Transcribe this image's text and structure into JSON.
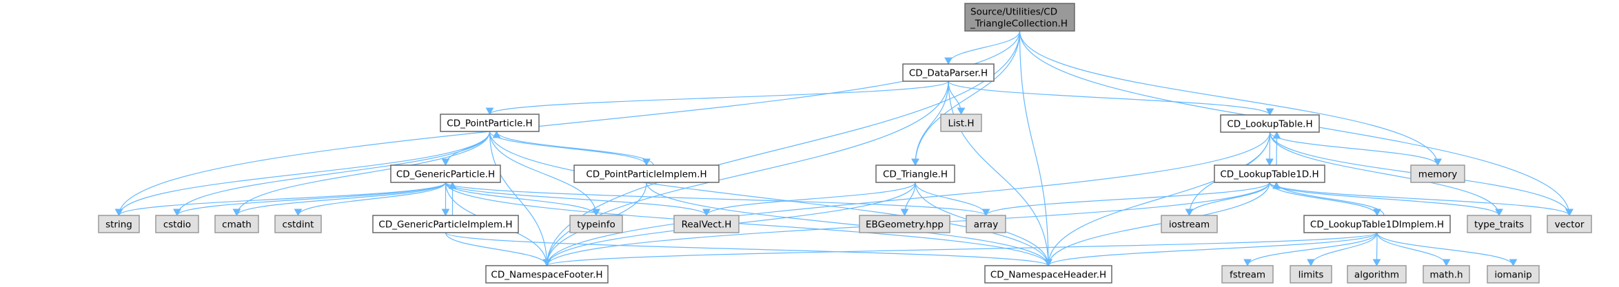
{
  "title": "Include dependency graph for CD_TriangleCollection.H",
  "colors": {
    "edge": "#63b8ff",
    "root_fill": "#999999",
    "project_fill": "#ffffff",
    "system_fill": "#e0e0e0"
  },
  "nodes": [
    {
      "id": "root",
      "kind": "root",
      "lines": [
        "Source/Utilities/CD",
        "_TriangleCollection.H"
      ]
    },
    {
      "id": "dataparser",
      "kind": "project",
      "lines": [
        "CD_DataParser.H"
      ]
    },
    {
      "id": "pointparticle",
      "kind": "project",
      "lines": [
        "CD_PointParticle.H"
      ]
    },
    {
      "id": "list",
      "kind": "system",
      "lines": [
        "List.H"
      ]
    },
    {
      "id": "lookuptable",
      "kind": "project",
      "lines": [
        "CD_LookupTable.H"
      ]
    },
    {
      "id": "genericparticle",
      "kind": "project",
      "lines": [
        "CD_GenericParticle.H"
      ]
    },
    {
      "id": "pointparticleimplem",
      "kind": "project",
      "lines": [
        "CD_PointParticleImplem.H"
      ]
    },
    {
      "id": "triangle",
      "kind": "project",
      "lines": [
        "CD_Triangle.H"
      ]
    },
    {
      "id": "lookuptable1d",
      "kind": "project",
      "lines": [
        "CD_LookupTable1D.H"
      ]
    },
    {
      "id": "memory",
      "kind": "system",
      "lines": [
        "memory"
      ]
    },
    {
      "id": "string",
      "kind": "system",
      "lines": [
        "string"
      ]
    },
    {
      "id": "cstdio",
      "kind": "system",
      "lines": [
        "cstdio"
      ]
    },
    {
      "id": "cmath",
      "kind": "system",
      "lines": [
        "cmath"
      ]
    },
    {
      "id": "cstdint",
      "kind": "system",
      "lines": [
        "cstdint"
      ]
    },
    {
      "id": "genericparticleimplem",
      "kind": "project",
      "lines": [
        "CD_GenericParticleImplem.H"
      ]
    },
    {
      "id": "typeinfo",
      "kind": "system",
      "lines": [
        "typeinfo"
      ]
    },
    {
      "id": "realvect",
      "kind": "system",
      "lines": [
        "RealVect.H"
      ]
    },
    {
      "id": "ebgeometry",
      "kind": "system",
      "lines": [
        "EBGeometry.hpp"
      ]
    },
    {
      "id": "array",
      "kind": "system",
      "lines": [
        "array"
      ]
    },
    {
      "id": "iostream",
      "kind": "system",
      "lines": [
        "iostream"
      ]
    },
    {
      "id": "lookuptable1dimplem",
      "kind": "project",
      "lines": [
        "CD_LookupTable1DImplem.H"
      ]
    },
    {
      "id": "typetraits",
      "kind": "system",
      "lines": [
        "type_traits"
      ]
    },
    {
      "id": "vector",
      "kind": "system",
      "lines": [
        "vector"
      ]
    },
    {
      "id": "nsfooter",
      "kind": "project",
      "lines": [
        "CD_NamespaceFooter.H"
      ]
    },
    {
      "id": "nsheader",
      "kind": "project",
      "lines": [
        "CD_NamespaceHeader.H"
      ]
    },
    {
      "id": "fstream",
      "kind": "system",
      "lines": [
        "fstream"
      ]
    },
    {
      "id": "limits",
      "kind": "system",
      "lines": [
        "limits"
      ]
    },
    {
      "id": "algorithm",
      "kind": "system",
      "lines": [
        "algorithm"
      ]
    },
    {
      "id": "mathh",
      "kind": "system",
      "lines": [
        "math.h"
      ]
    },
    {
      "id": "iomanip",
      "kind": "system",
      "lines": [
        "iomanip"
      ]
    }
  ],
  "edges": [
    [
      "root",
      "dataparser"
    ],
    [
      "root",
      "triangle"
    ],
    [
      "root",
      "string"
    ],
    [
      "root",
      "memory"
    ],
    [
      "root",
      "vector"
    ],
    [
      "root",
      "nsfooter"
    ],
    [
      "root",
      "nsheader"
    ],
    [
      "dataparser",
      "pointparticle"
    ],
    [
      "dataparser",
      "list"
    ],
    [
      "dataparser",
      "lookuptable"
    ],
    [
      "dataparser",
      "triangle"
    ],
    [
      "dataparser",
      "nsheader"
    ],
    [
      "dataparser",
      "nsfooter"
    ],
    [
      "pointparticle",
      "genericparticle"
    ],
    [
      "pointparticle",
      "pointparticleimplem"
    ],
    [
      "pointparticle",
      "string"
    ],
    [
      "pointparticle",
      "cstdio"
    ],
    [
      "pointparticle",
      "cmath"
    ],
    [
      "pointparticle",
      "typeinfo"
    ],
    [
      "pointparticle",
      "nsheader"
    ],
    [
      "pointparticle",
      "nsfooter"
    ],
    [
      "pointparticleimplem",
      "pointparticle"
    ],
    [
      "pointparticleimplem",
      "nsheader"
    ],
    [
      "pointparticleimplem",
      "nsfooter"
    ],
    [
      "genericparticle",
      "genericparticleimplem"
    ],
    [
      "genericparticle",
      "string"
    ],
    [
      "genericparticle",
      "cstdio"
    ],
    [
      "genericparticle",
      "cmath"
    ],
    [
      "genericparticle",
      "cstdint"
    ],
    [
      "genericparticle",
      "typeinfo"
    ],
    [
      "genericparticle",
      "realvect"
    ],
    [
      "genericparticle",
      "array"
    ],
    [
      "genericparticle",
      "nsheader"
    ],
    [
      "genericparticle",
      "nsfooter"
    ],
    [
      "genericparticleimplem",
      "genericparticle"
    ],
    [
      "genericparticleimplem",
      "nsheader"
    ],
    [
      "genericparticleimplem",
      "nsfooter"
    ],
    [
      "triangle",
      "realvect"
    ],
    [
      "triangle",
      "ebgeometry"
    ],
    [
      "triangle",
      "array"
    ],
    [
      "triangle",
      "nsheader"
    ],
    [
      "triangle",
      "nsfooter"
    ],
    [
      "lookuptable",
      "lookuptable1d"
    ],
    [
      "lookuptable",
      "memory"
    ],
    [
      "lookuptable",
      "iostream"
    ],
    [
      "lookuptable",
      "typetraits"
    ],
    [
      "lookuptable",
      "vector"
    ],
    [
      "lookuptable",
      "nsheader"
    ],
    [
      "lookuptable",
      "nsfooter"
    ],
    [
      "lookuptable1d",
      "lookuptable"
    ],
    [
      "lookuptable1d",
      "lookuptable1dimplem"
    ],
    [
      "lookuptable1d",
      "array"
    ],
    [
      "lookuptable1d",
      "iostream"
    ],
    [
      "lookuptable1d",
      "typetraits"
    ],
    [
      "lookuptable1d",
      "vector"
    ],
    [
      "lookuptable1d",
      "nsheader"
    ],
    [
      "lookuptable1d",
      "nsfooter"
    ],
    [
      "lookuptable1dimplem",
      "lookuptable1d"
    ],
    [
      "lookuptable1dimplem",
      "fstream"
    ],
    [
      "lookuptable1dimplem",
      "limits"
    ],
    [
      "lookuptable1dimplem",
      "algorithm"
    ],
    [
      "lookuptable1dimplem",
      "mathh"
    ],
    [
      "lookuptable1dimplem",
      "iomanip"
    ],
    [
      "lookuptable1dimplem",
      "nsheader"
    ],
    [
      "lookuptable1dimplem",
      "nsfooter"
    ]
  ]
}
